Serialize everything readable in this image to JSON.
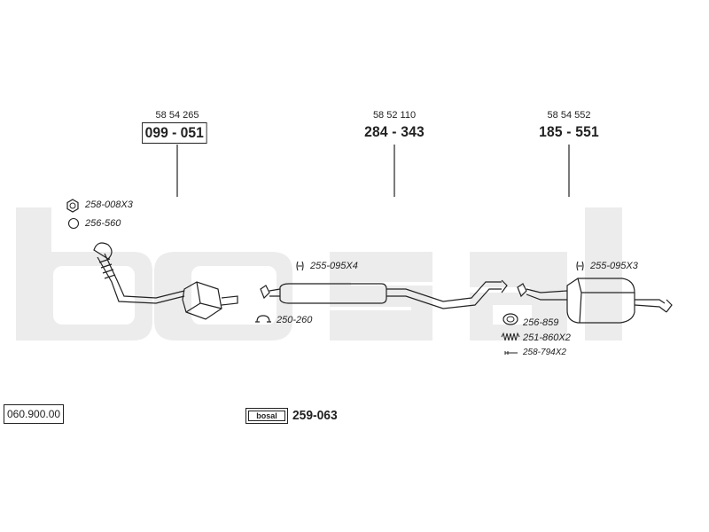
{
  "brand": {
    "watermark": "bosal",
    "logo_text": "bosal"
  },
  "catalog_number": "060.900.00",
  "kit_part": "259-063",
  "components": [
    {
      "oem": "58 54 265",
      "part": "099 - 051",
      "boxed": true
    },
    {
      "oem": "58 52 110",
      "part": "284 - 343",
      "boxed": false
    },
    {
      "oem": "58 54 552",
      "part": "185 - 551",
      "boxed": false
    }
  ],
  "accessories": [
    {
      "label": "258-008X3",
      "icon": "hex-nut-icon"
    },
    {
      "label": "256-560",
      "icon": "ring-gasket-icon"
    },
    {
      "label": "255-095X4",
      "icon": "clamp-bracket-icon"
    },
    {
      "label": "250-260",
      "icon": "pipe-clamp-icon"
    },
    {
      "label": "255-095X3",
      "icon": "clamp-bracket-icon"
    },
    {
      "label": "256-859",
      "icon": "flange-gasket-icon"
    },
    {
      "label": "251-860X2",
      "icon": "spring-icon"
    },
    {
      "label": "258-794X2",
      "icon": "bolt-icon"
    }
  ],
  "colors": {
    "line": "#222222",
    "watermark": "#ececec"
  }
}
